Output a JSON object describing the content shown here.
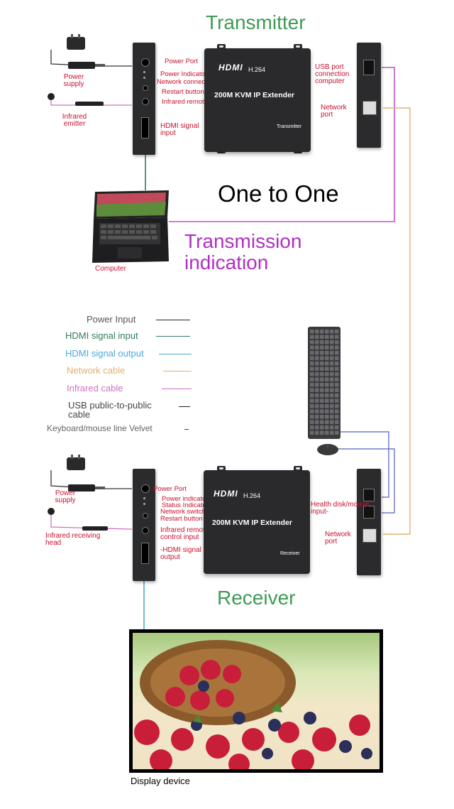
{
  "titles": {
    "transmitter": "Transmitter",
    "one_to_one": "One to One",
    "transmission_indication": "Transmission indication",
    "receiver": "Receiver"
  },
  "transmitter": {
    "left_labels": {
      "power_supply": "Power supply",
      "infrared_emitter": "Infrared emitter"
    },
    "port_labels": {
      "power_port": "Power Port",
      "power_indicator": "Power Indicator Light",
      "network_connection": "Network connection indicator light",
      "restart_button": "Restart button",
      "infrared_remote": "Infrared remote control port",
      "hdmi_signal_input": "HDMI signal input"
    },
    "right_labels": {
      "usb_port": "USB port connection computer",
      "network_port": "Network port"
    },
    "box": {
      "logo": "HDMI",
      "codec": "H.264",
      "product": "200M KVM IP Extender",
      "role": "Transmitter"
    }
  },
  "computer_label": "Computer",
  "legend": [
    {
      "label": "Power Input",
      "color": "#222222"
    },
    {
      "label": "HDMI signal input",
      "color": "#2e7d5b"
    },
    {
      "label": "HDMI signal output",
      "color": "#4aa8d8"
    },
    {
      "label": "Network cable",
      "color": "#e0b070"
    },
    {
      "label": "Infrared cable",
      "color": "#d070c0"
    },
    {
      "label": "USB public-to-public cable",
      "color": "#222222"
    },
    {
      "label": "Keyboard/mouse line Velvet",
      "color": "#444444"
    }
  ],
  "receiver": {
    "left_labels": {
      "power_supply": "Power supply",
      "infrared_receiving_head": "Infrared receiving head"
    },
    "port_labels": {
      "power_port": "Power Port",
      "power_indicator": "Power indicator light",
      "status_indicator": "Status Indicator",
      "network_switch": "Network switch indicator",
      "restart_button": "Restart button",
      "infrared_remote": "Infrared remote control input",
      "hdmi_signal_output": "-HDMI signal output"
    },
    "right_labels": {
      "health_disk": "Health disk/mouse input-",
      "network_port": "Network port"
    },
    "box": {
      "logo": "HDMI",
      "codec": "H.264",
      "product": "200M KVM IP Extender",
      "role": "Receiver"
    }
  },
  "display_label": "Display device",
  "colors": {
    "title_green": "#3f9a55",
    "indication_purple": "#b02fc4",
    "label_red": "#c8102e",
    "network_cable": "#e0b070",
    "infrared_cable": "#d070c0",
    "hdmi_input": "#2e7d5b",
    "hdmi_output": "#4aa8d8",
    "usb_cable": "#5060c0"
  }
}
